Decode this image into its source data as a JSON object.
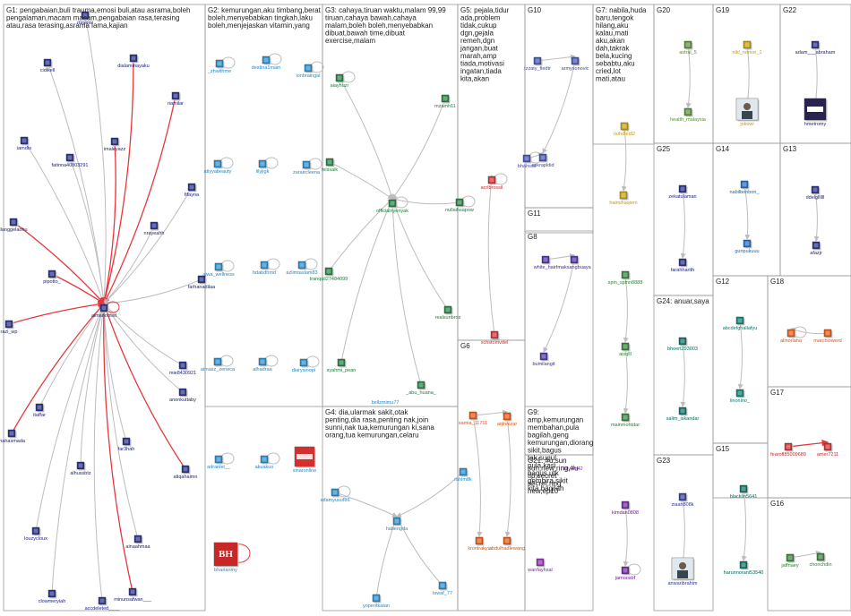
{
  "colors": {
    "edge": "#bdbdbd",
    "edge_strong": "#e8373c",
    "box": "#9a9a9a",
    "G1": "#1a237e",
    "G2": "#1e88c8",
    "G3": "#1b7a3a",
    "G4": "#1e88c8",
    "G5": "#c62828",
    "G6": "#e65100",
    "G7": "#c79a00",
    "G8": "#2e7d32",
    "G9": "#8e24aa",
    "G10": "#3949ab",
    "G11": "#4527a0",
    "G12": "#00796b",
    "G13": "#1a237e",
    "G14": "#1565c0",
    "G15": "#00695c",
    "G16": "#2e7d32",
    "G17": "#c62828",
    "G18": "#e65100",
    "G19": "#c79a00",
    "G20": "#558b2f",
    "G21": "#6a1b9a",
    "G22": "#1a237e",
    "G23": "#283593",
    "G24": "#00695c",
    "G25": "#1a237e"
  },
  "groups": [
    {
      "id": "G1",
      "title": "G1: pengabaian,buli  trauma,emosi  buli,atau  asrama,boleh pengalaman,macam  macam,pengabaian  rasa,terasing atau,rasa  terasing,asrama  lama,kajian",
      "nodes": [
        {
          "id": "rtirjemii",
          "label": "rtirjemii"
        },
        {
          "id": "cidikeli",
          "label": "cidikell"
        },
        {
          "id": "dialammayaku",
          "label": "dialammayaku"
        },
        {
          "id": "riamilar",
          "label": "riamilar"
        },
        {
          "id": "iamdts",
          "label": "iamdts"
        },
        {
          "id": "fatinna",
          "label": "fatinna40803291"
        },
        {
          "id": "imaleyazz",
          "label": "imaleyazz"
        },
        {
          "id": "fifayna",
          "label": "fifayna"
        },
        {
          "id": "llanggelaohu",
          "label": "llanggelaohu"
        },
        {
          "id": "nrayeahh",
          "label": "nrayeahh"
        },
        {
          "id": "pipotto",
          "label": "pipotto_"
        },
        {
          "id": "farhanadilaa",
          "label": "farhanadilaa"
        },
        {
          "id": "razi_wp",
          "label": "razi_wp"
        },
        {
          "id": "aimanomist",
          "label": "aimanomist"
        },
        {
          "id": "mie",
          "label": "mie8430921"
        },
        {
          "id": "anonkuttaby",
          "label": "anonkuttaby"
        },
        {
          "id": "itaffar",
          "label": "itaffar"
        },
        {
          "id": "inahasmada",
          "label": "inahasmada"
        },
        {
          "id": "alhussbtz",
          "label": "alhussbtz"
        },
        {
          "id": "far3hah",
          "label": "far3hah"
        },
        {
          "id": "atiqahaimn",
          "label": "atiqahaimn"
        },
        {
          "id": "louzycloux",
          "label": "louzycloux"
        },
        {
          "id": "ainaahmaa",
          "label": "ainaahmaa"
        },
        {
          "id": "clowmeryiah",
          "label": "clowmeryiah"
        },
        {
          "id": "accdeleted",
          "label": "accdeleted____"
        },
        {
          "id": "minunsafwan",
          "label": "minunsafwan___"
        }
      ]
    },
    {
      "id": "G2",
      "title": "G2: kemurungan,aku  timbang,berat boleh,menyebabkan  tingkah,laku boleh,menjejaskan  vitamin,yang",
      "nodes": [
        {
          "id": "zhwithme",
          "label": "_zhwithme"
        },
        {
          "id": "destina",
          "label": "destina1main"
        },
        {
          "id": "ionbraingal",
          "label": "ionbraingal"
        },
        {
          "id": "atiyyabeauty",
          "label": "atiyyabeauty"
        },
        {
          "id": "lilyjigk",
          "label": "lilyjigk"
        },
        {
          "id": "zaraircleena",
          "label": "zaraircleena"
        },
        {
          "id": "ajwa_wellness",
          "label": "ajwa_wellness"
        },
        {
          "id": "hdabdhmd",
          "label": "hdabdhmd"
        },
        {
          "id": "azlimtaslam83",
          "label": "azlimtaslam83"
        },
        {
          "id": "aimasz_zeneca",
          "label": "aimasz_zeneca"
        },
        {
          "id": "alhadraa",
          "label": "alhadraa"
        },
        {
          "id": "diarywoopi",
          "label": "diarywoopi"
        },
        {
          "id": "adranlel",
          "label": "adranlel__"
        },
        {
          "id": "akuakuo",
          "label": "akuakuo"
        },
        {
          "id": "sinaronline",
          "label": "sinaronline"
        },
        {
          "id": "bharianmy",
          "label": "bharianmy"
        }
      ]
    },
    {
      "id": "G3",
      "title": "G3: cahaya,tiruan  waktu,malam  99,99 tiruan,cahaya  bawah,cahaya  malam,boleh boleh,menyebabkan  dibuat,bawah time,dibuat  exercise,malam",
      "nodes": [
        {
          "id": "aiayhuzr",
          "label": "aiayhuzr"
        },
        {
          "id": "mzamh11",
          "label": "mzamh11"
        },
        {
          "id": "feissaik",
          "label": "feissaik"
        },
        {
          "id": "officialnyenyak",
          "label": "officialnyenyak"
        },
        {
          "id": "nullaihsapow",
          "label": "nullaihsapow"
        },
        {
          "id": "tranquil",
          "label": "tranquil27484099"
        },
        {
          "id": "realsunbros",
          "label": "realsunbros"
        },
        {
          "id": "syahmi_pean",
          "label": "syahmi_pean"
        },
        {
          "id": "abu_huana",
          "label": "_abu_huana_"
        }
      ]
    },
    {
      "id": "G4",
      "title": "G4: dia,ularmak  sakit,otak  penting,dia rasa,penting  nak,join  sunni,nak tua,kemurungan  ki,sana  orang,tua kemurungan,celaru",
      "nodes": [
        {
          "id": "adamyusuf86",
          "label": "adamyusuf86"
        },
        {
          "id": "rahim8k",
          "label": "rahim8k"
        },
        {
          "id": "habengda",
          "label": "habengda"
        },
        {
          "id": "tswaf_77",
          "label": "tswaf_77"
        },
        {
          "id": "yoperitkatan",
          "label": "yoperitkatan"
        }
      ]
    },
    {
      "id": "G5",
      "title": "G5: pejala,tidur ada,problem tidak,cukup dgn,gejala remeh,dgn jangan,buat marah,amp tiada,motivasi ingatan,tiada kita,akan",
      "nodes": [
        {
          "id": "acrlbrossil",
          "label": "acrlbrossil"
        },
        {
          "id": "xchstomvdel",
          "label": "xchstomvdel"
        }
      ]
    },
    {
      "id": "G6",
      "title": "G6",
      "nodes": [
        {
          "id": "samia_11711",
          "label": "samia_11711"
        },
        {
          "id": "aqlnnizar",
          "label": "aqlnnizar"
        },
        {
          "id": "kronlrakyu",
          "label": "kronlrakyu"
        },
        {
          "id": "abdulhadlewang",
          "label": "abdulhadlewang"
        }
      ]
    },
    {
      "id": "G7",
      "title": "G7: nabila,huda baru,tengok hilang,aku kalau,mati aku,akan dah,takrak bela,kucing sebabtu,aku cried,lot  mati,atau",
      "nodes": [
        {
          "id": "nohdledl2",
          "label": "nohdledl2"
        },
        {
          "id": "haimihaqiem",
          "label": "haimihaqiem"
        }
      ]
    },
    {
      "id": "G8",
      "title": "G8",
      "nodes": [
        {
          "id": "spin_spinn",
          "label": "spin_spinn8888"
        },
        {
          "id": "aisqlll",
          "label": "aisqlll"
        },
        {
          "id": "mainmohtdar",
          "label": "mainmohtdar"
        }
      ]
    },
    {
      "id": "G9",
      "title": "G9: amp,kemurungan membahan,pula bagilah,geng kemurungan,diorang sikit,bagus  tak,sugul pula,kasi  bagus,utk gembira,sikit kita,bagilah",
      "nodes": [
        {
          "id": "wanfayhsal",
          "label": "wanfayhsal"
        }
      ]
    },
    {
      "id": "G10",
      "title": "G10",
      "nodes": [
        {
          "id": "tzzaty_fiedtr",
          "label": "tzzaty_fiedtr"
        },
        {
          "id": "armysonovic",
          "label": "armysonovic"
        },
        {
          "id": "bhahssil",
          "label": "bhahssil"
        },
        {
          "id": "askrapldid",
          "label": "askrapldid"
        }
      ]
    },
    {
      "id": "G11",
      "title": "G11",
      "nodes": [
        {
          "id": "white_hairf",
          "label": "white_hairf"
        },
        {
          "id": "maksangbuaya",
          "label": "maksangbuaya"
        },
        {
          "id": "bumilangit",
          "label": "bumilangit"
        }
      ]
    },
    {
      "id": "G12",
      "title": "G12",
      "nodes": [
        {
          "id": "abcdefghallafyu",
          "label": "abcdefghallafyu"
        },
        {
          "id": "linonino",
          "label": "linonino_"
        }
      ]
    },
    {
      "id": "G13",
      "title": "G13",
      "nodes": [
        {
          "id": "ddelgllllll",
          "label": "ddelgllllll"
        },
        {
          "id": "afazjr",
          "label": "afazjr"
        }
      ]
    },
    {
      "id": "G14",
      "title": "G14",
      "nodes": [
        {
          "id": "nabilbonbon",
          "label": "nabilbonbon_"
        },
        {
          "id": "gunpukuuu",
          "label": "gunpukuuu"
        }
      ]
    },
    {
      "id": "G15",
      "title": "G15",
      "nodes": [
        {
          "id": "blacklin5641",
          "label": "blacklin5641"
        },
        {
          "id": "harunnorani",
          "label": "harunnorani53540"
        }
      ]
    },
    {
      "id": "G16",
      "title": "G16",
      "nodes": [
        {
          "id": "jaffnaey",
          "label": "jaffnaey"
        },
        {
          "id": "chonchdin",
          "label": "chonchdin"
        }
      ]
    },
    {
      "id": "G17",
      "title": "G17",
      "nodes": [
        {
          "id": "fearofl",
          "label": "fearofl85009689"
        },
        {
          "id": "amer7211",
          "label": "amer7211"
        }
      ]
    },
    {
      "id": "G18",
      "title": "G18",
      "nodes": [
        {
          "id": "alinorlaha",
          "label": "alinorlaha"
        },
        {
          "id": "marchiowerd",
          "label": "marchiowerd"
        }
      ]
    },
    {
      "id": "G19",
      "title": "G19",
      "nodes": [
        {
          "id": "nikl_nomor_1",
          "label": "nikl_nomor_1"
        },
        {
          "id": "jokowi",
          "label": "jokowi"
        }
      ]
    },
    {
      "id": "G20",
      "title": "G20",
      "nodes": [
        {
          "id": "astral_5",
          "label": "astral_5"
        },
        {
          "id": "health_malaysia",
          "label": "health_malaysia"
        }
      ]
    },
    {
      "id": "G21",
      "title": "G21: #u,sun  sun,new ring,#u  tip,secret secret,ring new,ep10",
      "nodes": [
        {
          "id": "kimdan0808",
          "label": "kimdan0808"
        },
        {
          "id": "jamoosbf",
          "label": "jamoosbf"
        }
      ]
    },
    {
      "id": "G22",
      "title": "G22",
      "nodes": [
        {
          "id": "adam_abraham",
          "label": "adam___abraham"
        },
        {
          "id": "hmetromy",
          "label": "hmetromy"
        }
      ]
    },
    {
      "id": "G23",
      "title": "G23",
      "nodes": [
        {
          "id": "ziaah808k",
          "label": "ziaah808k"
        },
        {
          "id": "anwaribrahim",
          "label": "anwaribrahim"
        }
      ]
    },
    {
      "id": "G24",
      "title": "G24: anuar,saya",
      "nodes": [
        {
          "id": "bhoert",
          "label": "bhoert293003"
        },
        {
          "id": "salim_iskandar",
          "label": "salim_iskandar"
        }
      ]
    },
    {
      "id": "G25",
      "title": "G25",
      "nodes": [
        {
          "id": "zekatulaman",
          "label": "zekatulaman"
        },
        {
          "id": "farahharith",
          "label": "farahharith"
        }
      ]
    }
  ],
  "extra_labels": {
    "rtirjemii": "rtirjemii",
    "bellzmimu77": "bellzmimu77",
    "lillyum42": "lillyum42"
  }
}
